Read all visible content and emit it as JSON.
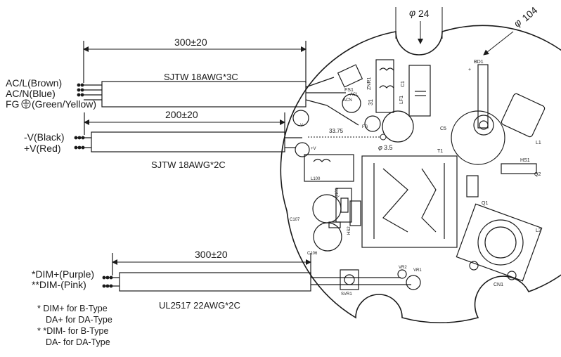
{
  "diagram": {
    "dimensions": {
      "ac_cable_length": "300±20",
      "dc_cable_length": "200±20",
      "dim_cable_length": "300±20",
      "slot_width": "24",
      "board_diameter": "104",
      "phi": "φ",
      "hole_offset": "33.75",
      "hole_diameter": "3.5",
      "height_31": "31"
    },
    "cables": {
      "ac": "SJTW 18AWG*3C",
      "dc": "SJTW 18AWG*2C",
      "dim": "UL2517 22AWG*2C"
    },
    "wires": {
      "ac_l": "AC/L(Brown)",
      "ac_n": "AC/N(Blue)",
      "fg_prefix": "FG",
      "fg_suffix": "(Green/Yellow)",
      "v_neg": "-V(Black)",
      "v_pos": "+V(Red)",
      "dim_pos": "*DIM+(Purple)",
      "dim_neg": "**DIM-(Pink)"
    },
    "notes": [
      "* DIM+ for B-Type",
      "DA+ for DA-Type",
      "* *DIM- for B-Type",
      "DA- for DA-Type"
    ],
    "components": {
      "BD1": "BD1",
      "C5": "C5",
      "L1": "L1",
      "LF1": "LF1",
      "C1": "C1",
      "FS1": "FS1",
      "ACL": "ACL",
      "ACN": "ACN",
      "ZNR1": "ZNR1",
      "T1": "T1",
      "HS1": "HS1",
      "Q2": "Q2",
      "Q1": "Q1",
      "L3": "L3",
      "CN1": "CN1",
      "L100": "L100",
      "Q101": "Q101",
      "C107": "C107",
      "HS2": "HS2",
      "C106": "C106",
      "VR2": "VR2",
      "VR1": "VR1",
      "SVR1": "SVR1",
      "V_neg": "-V",
      "V_pos": "+V",
      "FG": "FG",
      "plus": "+"
    }
  }
}
